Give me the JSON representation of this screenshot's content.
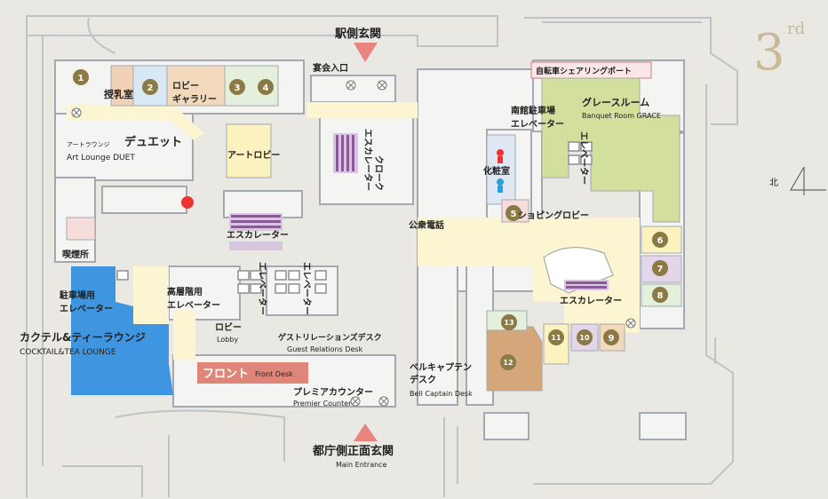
{
  "floor": {
    "number": "3",
    "suffix": "rd"
  },
  "compass": {
    "label": "北"
  },
  "entrances": {
    "station": "駅側玄関",
    "banquet": "宴会入口",
    "main_jp": "都庁側正面玄関",
    "main_en": "Main Entrance"
  },
  "areas": {
    "nursing": "授乳室",
    "lobby_gallery_1": "ロビー",
    "lobby_gallery_2": "ギャラリー",
    "art_lounge_prefix": "アートラウンジ",
    "art_lounge_name": "デュエット",
    "art_lounge_en": "Art Lounge DUET",
    "art_lobby": "アートロビー",
    "smoking": "喫煙所",
    "parking_elev_1": "駐車場用",
    "parking_elev_2": "エレベーター",
    "highrise_elev_1": "高層階用",
    "highrise_elev_2": "エレベーター",
    "cocktail_jp": "カクテル&ティーラウンジ",
    "cocktail_en": "COCKTAIL&TEA LOUNGE",
    "lobby_jp": "ロビー",
    "lobby_en": "Lobby",
    "guest_rel_jp": "ゲストリレーションズデスク",
    "guest_rel_en": "Guest Relations Desk",
    "front_jp": "フロント",
    "front_en": "Front Desk",
    "premier_jp": "プレミアカウンター",
    "premier_en": "Premier Counter",
    "bell_jp_1": "ベルキャプテン",
    "bell_jp_2": "デスク",
    "bell_en": "Bell Captain Desk",
    "escalator_top": "エスカレーター",
    "cloak": "クローク",
    "escalator_mid": "エスカレーター",
    "elevator_a": "エレベーター",
    "elevator_b": "エレベーター",
    "public_phone": "公衆電話",
    "restroom": "化粧室",
    "shopping_lobby": "ショピングロビー",
    "escalator_right": "エスカレーター",
    "south_parking_1": "南館駐車場",
    "south_parking_2": "エレベーター",
    "elevator_c": "エレベーター",
    "bike_share": "自転車シェアリングポート",
    "grace_jp": "グレースルーム",
    "grace_en": "Banquet Room GRACE"
  },
  "markers": [
    "1",
    "2",
    "3",
    "4",
    "5",
    "6",
    "7",
    "8",
    "9",
    "10",
    "11",
    "12",
    "13"
  ],
  "colors": {
    "background": "#e9e8e2",
    "marker": "#8b7a45",
    "entrance_arrow": "#e8857e",
    "cocktail_lounge": "#3e95e0",
    "front_desk": "#e0857a",
    "corridor": "#fbf5d2",
    "banquet_grace": "#d3df9c",
    "current_location": "#ee3333",
    "escalator": "#8a5a98"
  }
}
